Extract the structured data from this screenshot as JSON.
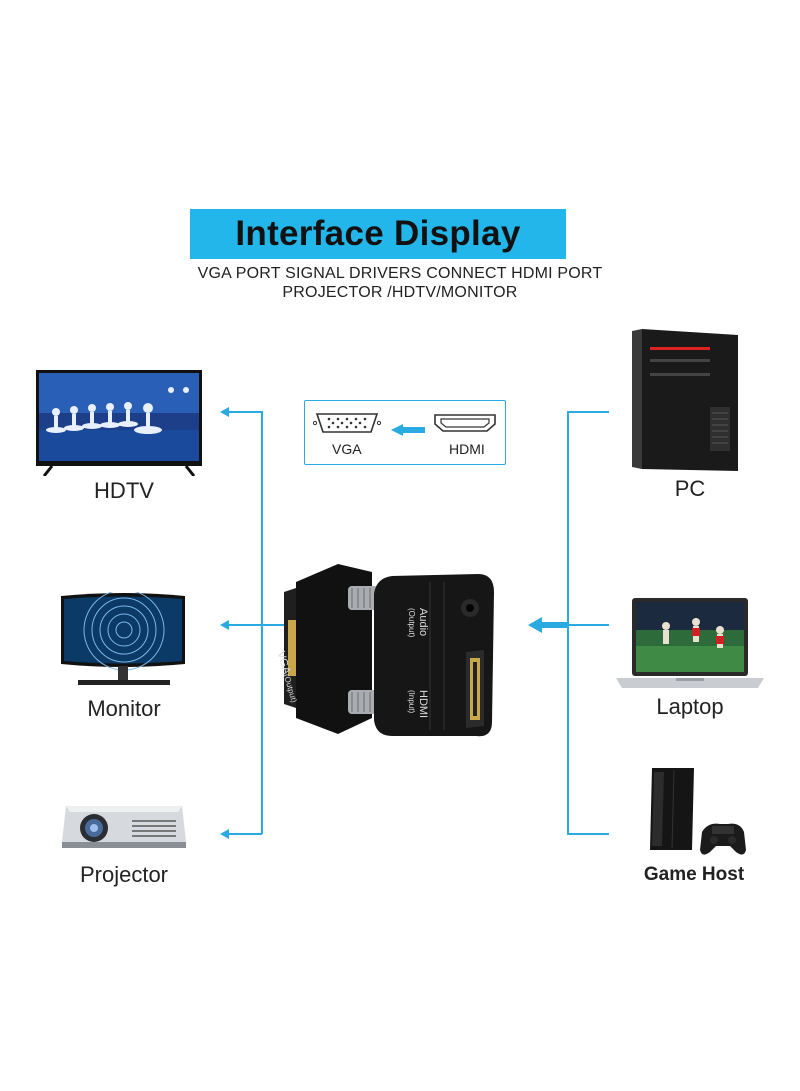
{
  "header": {
    "title": "Interface Display",
    "subtitle_line1": "VGA PORT SIGNAL DRIVERS CONNECT HDMI PORT",
    "subtitle_line2": "PROJECTOR /HDTV/MONITOR"
  },
  "legend": {
    "vga_label": "VGA",
    "hdmi_label": "HDMI"
  },
  "adapter": {
    "vga_port_label": "VGA",
    "vga_port_sub": "(Output)",
    "audio_label": "Audio",
    "audio_sub": "(Output)",
    "hdmi_port_label": "HDMI",
    "hdmi_port_sub": "(Input)"
  },
  "outputs": [
    {
      "label": "HDTV",
      "icon": "tv-icon"
    },
    {
      "label": "Monitor",
      "icon": "monitor-icon"
    },
    {
      "label": "Projector",
      "icon": "projector-icon"
    }
  ],
  "inputs": [
    {
      "label": "PC",
      "icon": "pc-tower-icon"
    },
    {
      "label": "Laptop",
      "icon": "laptop-icon"
    },
    {
      "label": "Game Host",
      "icon": "game-console-icon"
    }
  ],
  "colors": {
    "accent": "#29abe2",
    "banner": "#23b6ea"
  }
}
